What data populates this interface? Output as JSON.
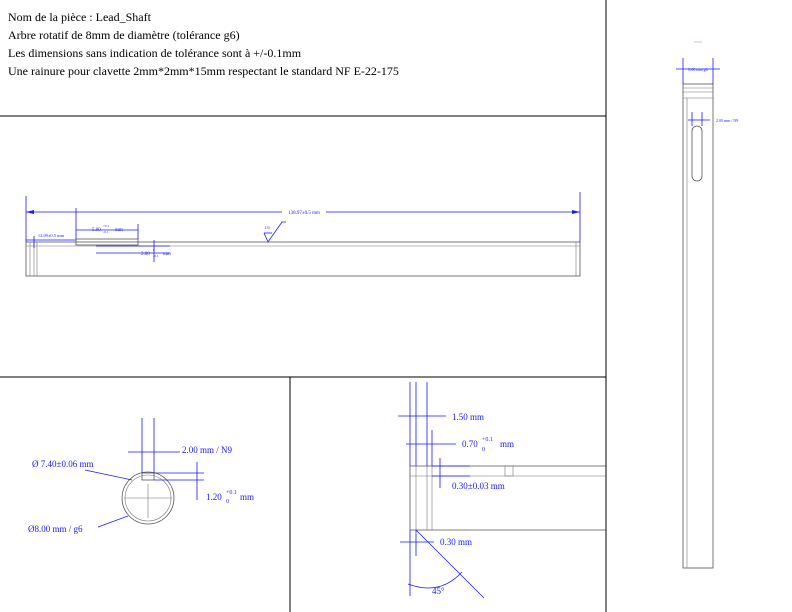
{
  "notes": {
    "part_name": "Nom de la pièce : Lead_Shaft",
    "description": "Arbre rotatif de 8mm de diamètre (tolérance g6)",
    "tolerance_note": "Les dimensions sans indication de tolérance sont à +/-0.1mm",
    "keyway_note": "Une rainure pour clavette 2mm*2mm*15mm respectant le standard NF E-22-175"
  },
  "front_view": {
    "overall_length": "138.97±0.5 mm",
    "chamfer_offset": "12.09±0.5 mm",
    "keyway_position": "5.00",
    "keyway_position_tol_upper": "+0.1",
    "keyway_position_tol_lower": "-0.1",
    "keyway_position_unit": "mm",
    "keyway_depth": "2.00",
    "keyway_depth_tol_upper": "0",
    "keyway_depth_tol_lower": "-0.1",
    "keyway_depth_unit": "mm",
    "roughness": "1.6"
  },
  "section_view": {
    "keyway_width": "2.00 mm / N9",
    "inner_diameter": "Ø 7.40±0.06 mm",
    "outer_diameter": "Ø8.00 mm / g6",
    "keyway_depth": "1.20",
    "keyway_depth_tol_upper": "+0.1",
    "keyway_depth_tol_lower": "0",
    "keyway_depth_unit": "mm"
  },
  "detail_view": {
    "groove_offset": "1.50 mm",
    "groove_width": "0.70",
    "groove_width_tol_upper": "+0.1",
    "groove_width_tol_lower": "0",
    "groove_width_unit": "mm",
    "groove_depth": "0.30±0.03 mm",
    "chamfer_length": "0.30 mm",
    "chamfer_angle": "45°"
  },
  "side_view": {
    "diameter": "8.00 mm g6",
    "keyway_width": "2.00 mm / N9"
  }
}
